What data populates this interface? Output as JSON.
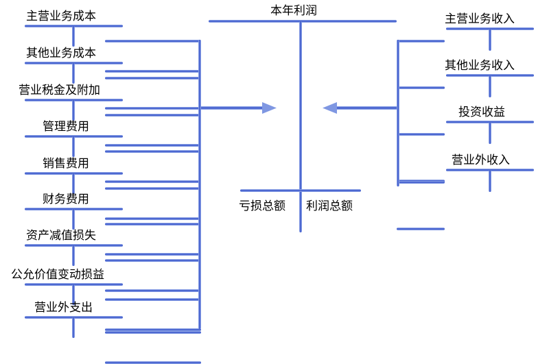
{
  "center": {
    "title": "本年利润",
    "bottom_left": "亏损总额",
    "bottom_right": "利润总额"
  },
  "costs": [
    "主营业务成本",
    "其他业务成本",
    "营业税金及附加",
    "管理费用",
    "销售费用",
    "财务费用",
    "资产减值损失",
    "公允价值变动损益",
    "营业外支出"
  ],
  "incomes": [
    "主营业务收入",
    "其他业务收入",
    "投资收益",
    "营业外收入"
  ]
}
